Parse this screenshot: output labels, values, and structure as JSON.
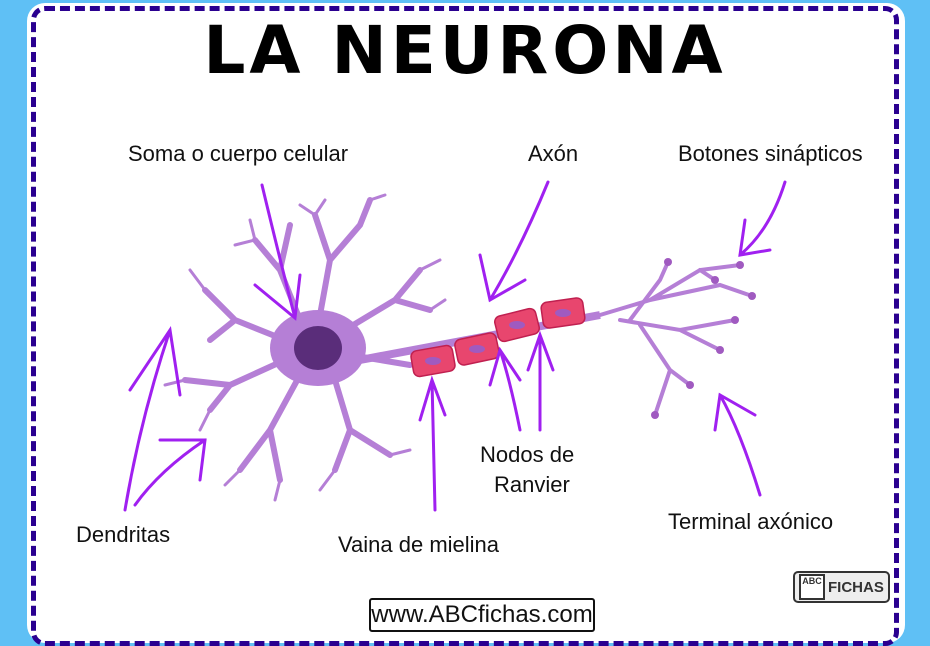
{
  "title": "LA NEURONA",
  "labels": {
    "soma": "Soma o cuerpo celular",
    "axon": "Axón",
    "botones": "Botones sinápticos",
    "dendritas": "Dendritas",
    "vaina": "Vaina de mielina",
    "nodos_line1": "Nodos de",
    "nodos_line2": "Ranvier",
    "terminal": "Terminal axónico"
  },
  "footer": {
    "url": "www.ABCfichas.com",
    "logo_text": "FICHAS",
    "logo_cube": "ABC"
  },
  "colors": {
    "background": "#5fc0f5",
    "border": "#2a0090",
    "arrow": "#a020f0",
    "cell": "#b57fd6",
    "nucleus": "#5a2d7a",
    "myelin": "#e8466e"
  }
}
